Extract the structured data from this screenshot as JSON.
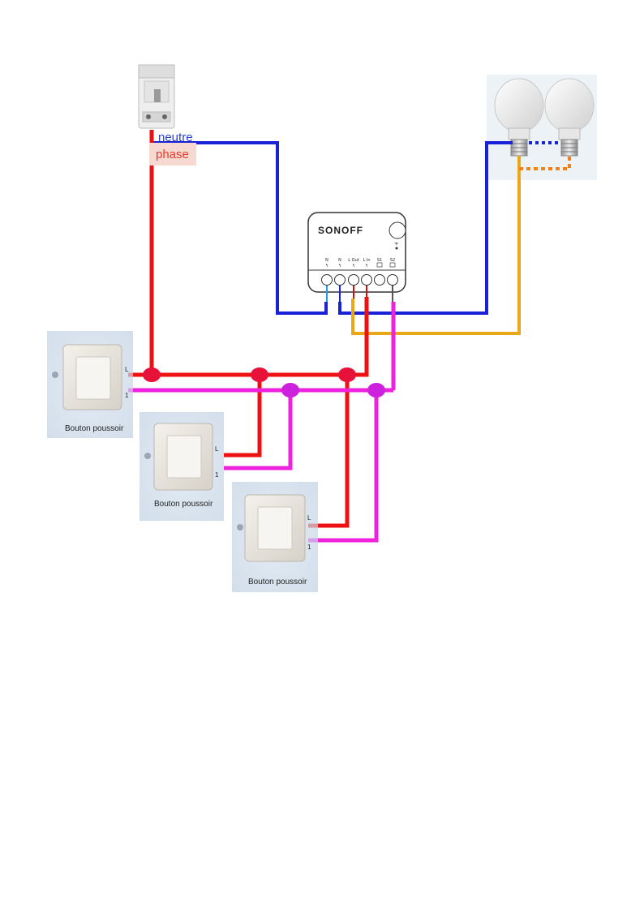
{
  "breaker": {
    "neutral_label": "neutre",
    "phase_label": "phase"
  },
  "module": {
    "brand": "SONOFF",
    "terminals": [
      "N",
      "N",
      "L Out",
      "L In",
      "S1",
      "S2"
    ]
  },
  "switches": [
    {
      "caption": "Bouton poussoir",
      "terminal_l": "L",
      "terminal_1": "1"
    },
    {
      "caption": "Bouton poussoir",
      "terminal_l": "L",
      "terminal_1": "1"
    },
    {
      "caption": "Bouton poussoir",
      "terminal_l": "L",
      "terminal_1": "1"
    }
  ],
  "lamps": {
    "count": 2
  },
  "colors": {
    "neutral": "#1a22d8",
    "phase": "#ee1111",
    "switched": "#ee22dd",
    "lamp_feed": "#e8a818",
    "lamp_bridge": "#f08018",
    "junction_phase": "#e8113a",
    "junction_switched": "#cc22dd"
  }
}
